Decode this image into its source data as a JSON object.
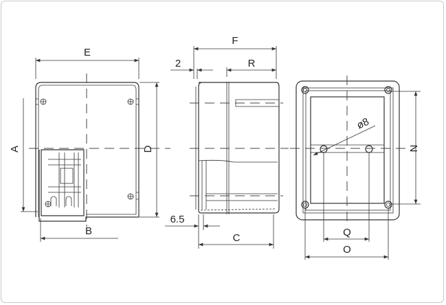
{
  "labels": {
    "E": "E",
    "A": "A",
    "D": "D",
    "B": "B",
    "F": "F",
    "two": "2",
    "R": "R",
    "six_five": "6.5",
    "C": "C",
    "N": "N",
    "Q": "Q",
    "O": "O",
    "dia8": "ø8"
  }
}
